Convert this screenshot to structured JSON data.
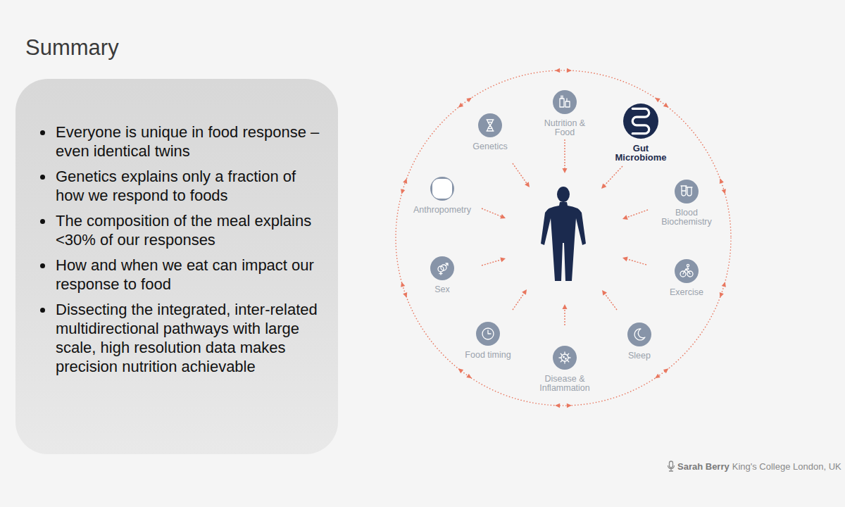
{
  "diagram": {
    "title": "Summary",
    "nodes": [
      {
        "text": [
          "Everyone is unique in food response – even identical twins",
          "Genetics explains only a fraction of how we respond to foods",
          "The composition of the meal explains <30% of our responses",
          "How and when we eat can impact our response to food",
          "Dissecting the integrated, inter-related multidirectional pathways with large scale, high resolution data makes precision nutrition achievable"
        ]
      },
      {
        "text": [
          "Nutrition & Food"
        ]
      },
      {
        "text": [
          "Gut Microbiome"
        ]
      },
      {
        "text": [
          "Blood Biochemistry"
        ]
      },
      {
        "text": [
          "Exercise"
        ]
      },
      {
        "text": [
          "Sleep"
        ]
      },
      {
        "text": [
          "Disease & Inflammation"
        ]
      },
      {
        "text": [
          "Food timing"
        ]
      },
      {
        "text": [
          "Sex"
        ]
      },
      {
        "text": [
          "Anthropometry"
        ]
      },
      {
        "text": [
          "Genetics"
        ]
      }
    ],
    "labels": [
      "Sarah Berry",
      "King's College London, UK"
    ]
  }
}
